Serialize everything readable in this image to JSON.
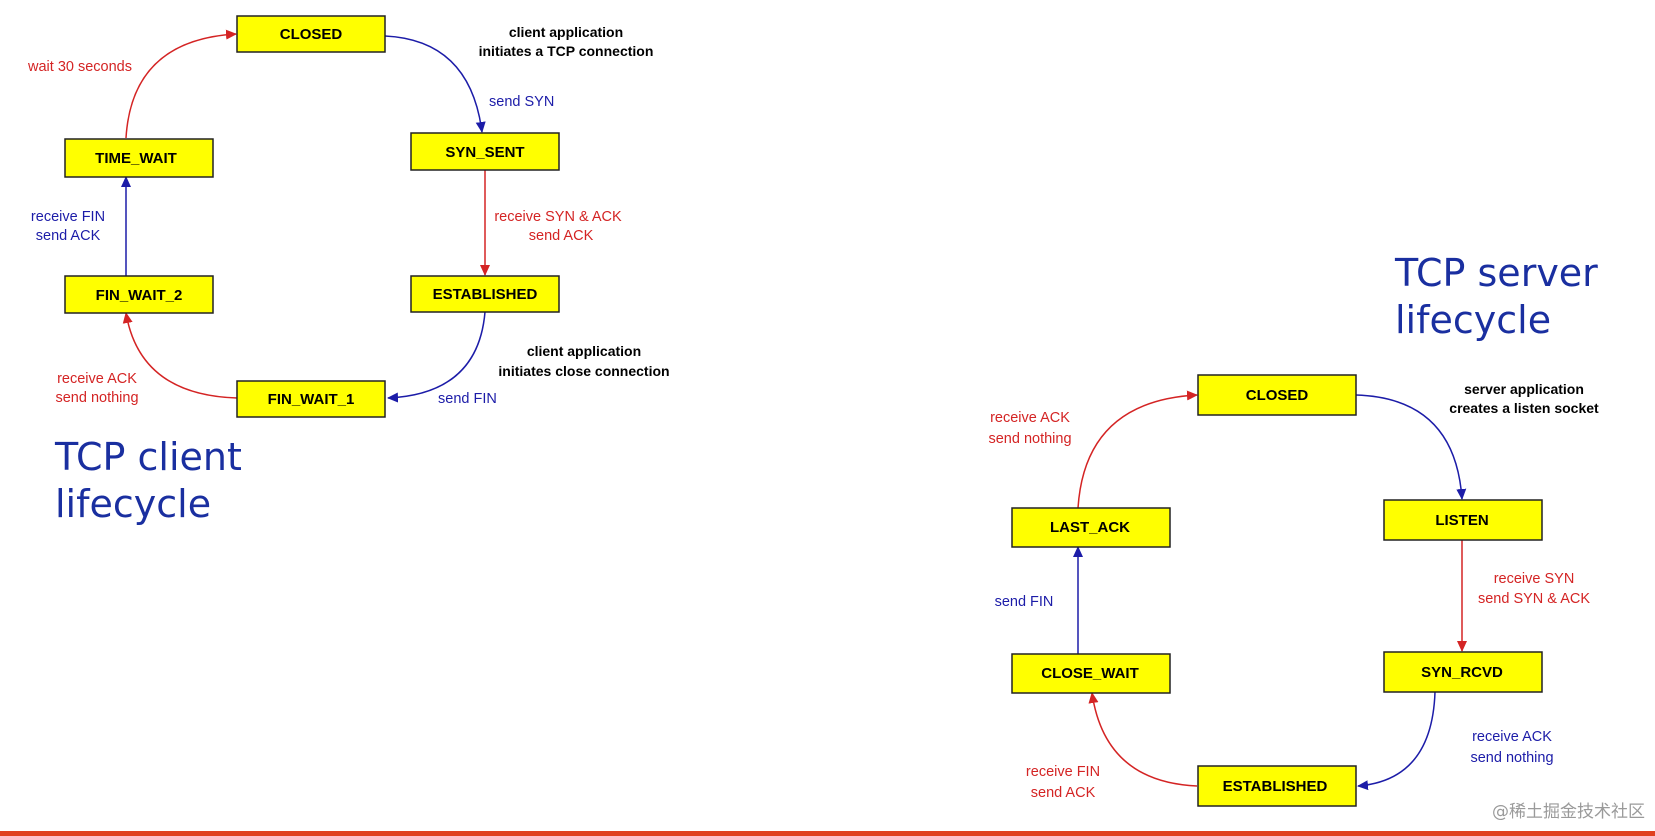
{
  "colors": {
    "state_fill": "#ffff00",
    "send_arrow": "#1c1ca8",
    "receive_arrow": "#d42424",
    "title": "#1a2fa0",
    "bottom_bar": "#e04020"
  },
  "client": {
    "title_line1": "TCP client",
    "title_line2": "lifecycle",
    "states": {
      "closed": "CLOSED",
      "syn_sent": "SYN_SENT",
      "established": "ESTABLISHED",
      "fin_wait_1": "FIN_WAIT_1",
      "fin_wait_2": "FIN_WAIT_2",
      "time_wait": "TIME_WAIT"
    },
    "notes": {
      "initiate_line1": "client application",
      "initiate_line2": "initiates a TCP connection",
      "close_line1": "client application",
      "close_line2": "initiates close connection"
    },
    "transitions": {
      "send_syn": "send SYN",
      "recv_synack_line1": "receive SYN & ACK",
      "recv_synack_line2": "send ACK",
      "send_fin": "send FIN",
      "recv_ack_line1": "receive  ACK",
      "recv_ack_line2": "send nothing",
      "recv_fin_line1": "receive FIN",
      "recv_fin_line2": "send ACK",
      "wait": "wait 30 seconds"
    }
  },
  "server": {
    "title_line1": "TCP server",
    "title_line2": "lifecycle",
    "states": {
      "closed": "CLOSED",
      "listen": "LISTEN",
      "syn_rcvd": "SYN_RCVD",
      "established": "ESTABLISHED",
      "close_wait": "CLOSE_WAIT",
      "last_ack": "LAST_ACK"
    },
    "notes": {
      "listen_line1": "server application",
      "listen_line2": "creates a listen socket"
    },
    "transitions": {
      "recv_syn_line1": "receive SYN",
      "recv_syn_line2": "send SYN & ACK",
      "recv_ack_line1": "receive  ACK",
      "recv_ack_line2": "send nothing",
      "recv_fin_line1": "receive FIN",
      "recv_fin_line2": "send ACK",
      "send_fin": "send FIN",
      "recv_ack2_line1": "receive  ACK",
      "recv_ack2_line2": "send nothing"
    }
  },
  "watermark": "@稀土掘金技术社区"
}
